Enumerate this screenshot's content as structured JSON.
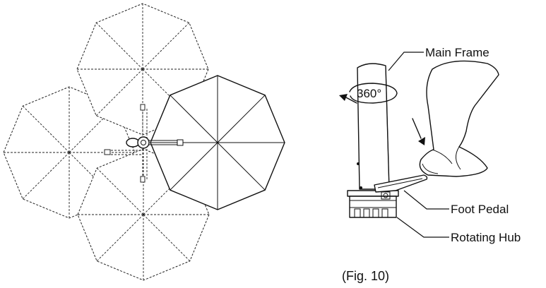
{
  "labels": {
    "main_frame": "Main Frame",
    "rotation": "360°",
    "foot_pedal": "Foot Pedal",
    "rotating_hub": "Rotating Hub",
    "figure": "(Fig. 10)"
  },
  "icons": {
    "top_view": "octagonal-umbrella-rotation-icon",
    "side_view": "foot-pedal-hub-icon"
  }
}
